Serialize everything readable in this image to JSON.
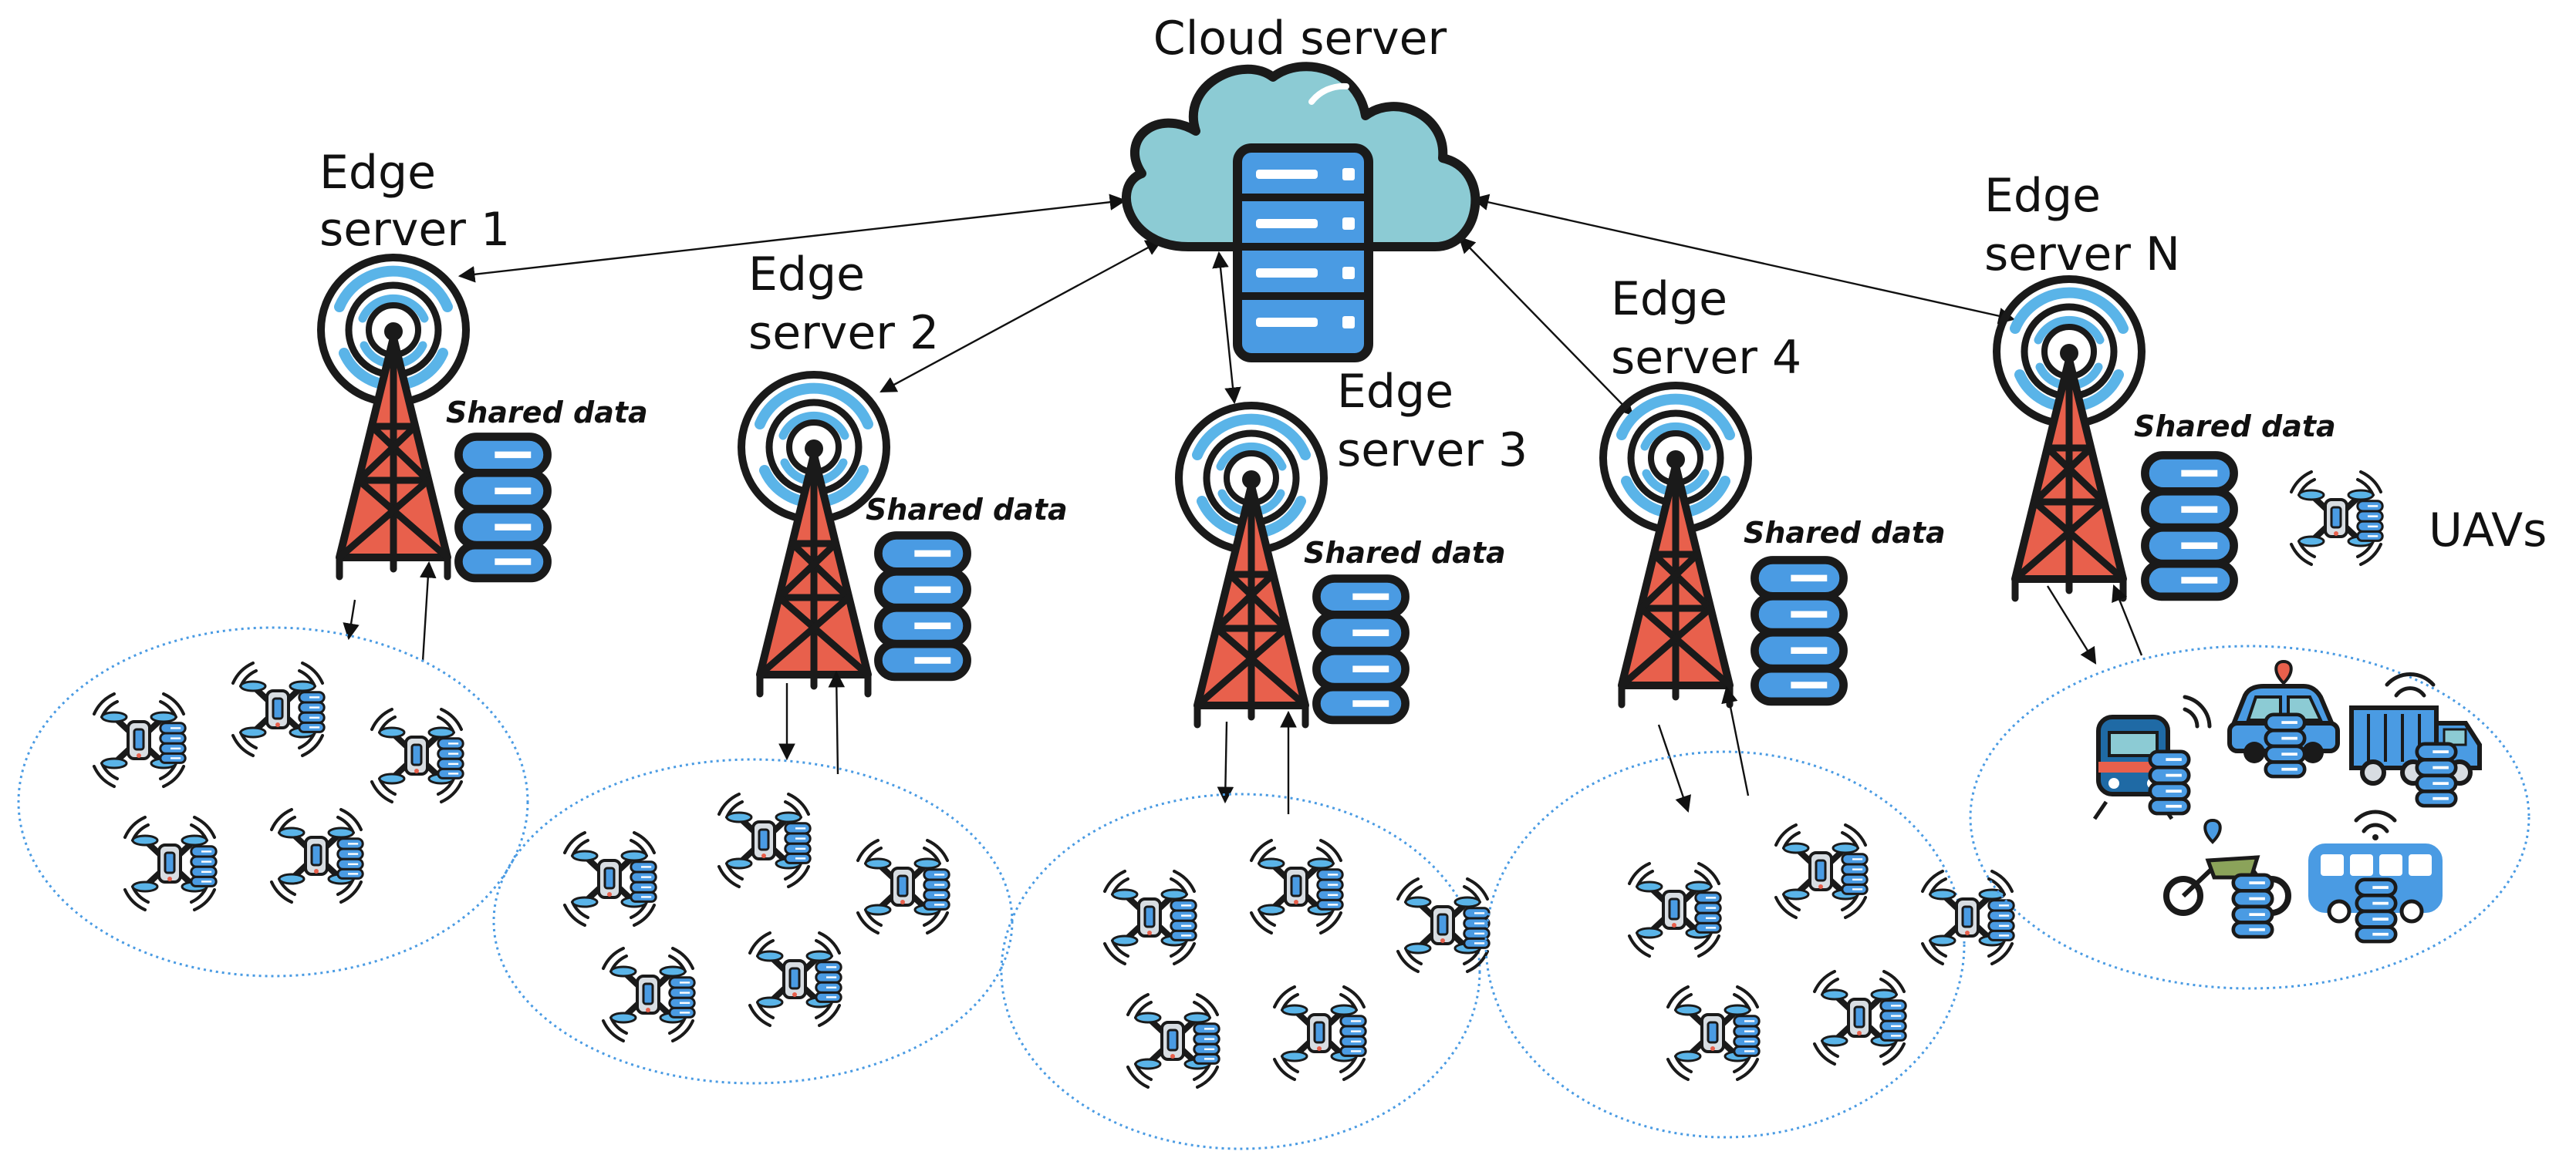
{
  "cloud": {
    "label": "Cloud server"
  },
  "edges": [
    {
      "id": "edge-1",
      "line1": "Edge",
      "line2": "server 1",
      "shared_label": "Shared data"
    },
    {
      "id": "edge-2",
      "line1": "Edge",
      "line2": "server 2",
      "shared_label": "Shared data"
    },
    {
      "id": "edge-3",
      "line1": "Edge",
      "line2": "server 3",
      "shared_label": "Shared data"
    },
    {
      "id": "edge-4",
      "line1": "Edge",
      "line2": "server 4",
      "shared_label": "Shared data"
    },
    {
      "id": "edge-n",
      "line1": "Edge",
      "line2": "server N",
      "shared_label": "Shared data"
    }
  ],
  "legend": {
    "uav_label": "UAVs"
  },
  "vehicles": [
    "train-icon",
    "car-icon",
    "truck-icon",
    "motorbike-icon",
    "bus-icon"
  ],
  "colors": {
    "cloud": "#8ccbd4",
    "server_blue": "#4a9be3",
    "tower_red": "#e8604c",
    "outline": "#1a1a1a",
    "signal_blue": "#5ab4e8",
    "cluster_dash": "#4a9be3"
  }
}
